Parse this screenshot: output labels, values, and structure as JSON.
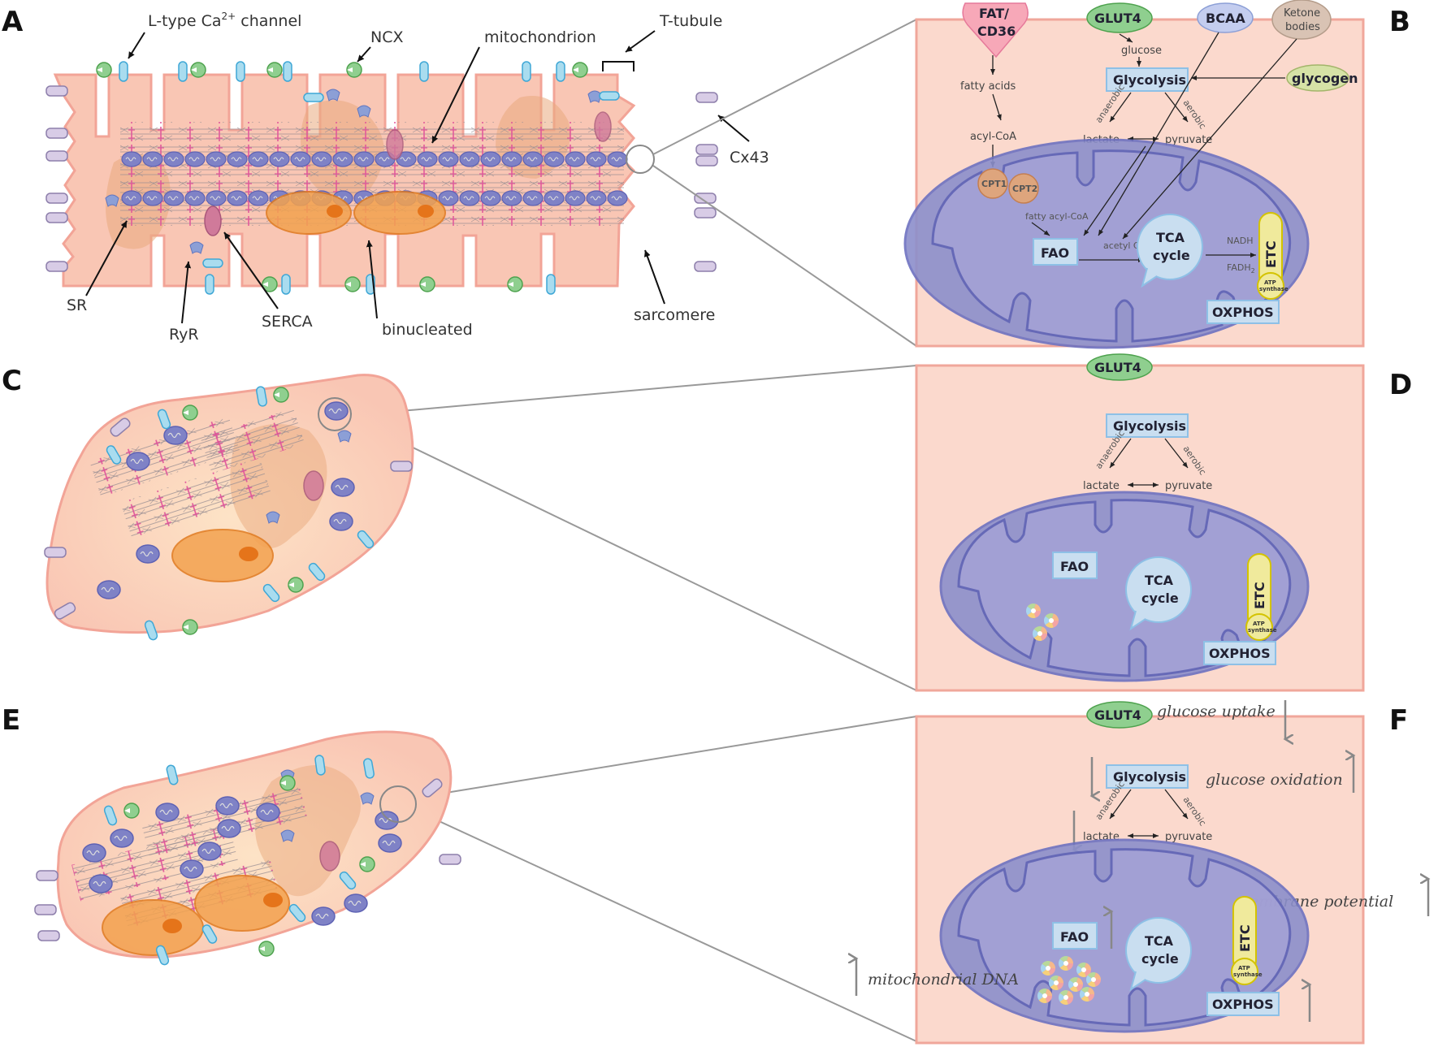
{
  "panels": {
    "A": "A",
    "B": "B",
    "C": "C",
    "D": "D",
    "E": "E",
    "F": "F"
  },
  "panel_a_labels": {
    "l_type_prefix": "L-type Ca",
    "l_type_sup": "2+",
    "l_type_suffix": " channel",
    "ncx": "NCX",
    "mitochondrion": "mitochondrion",
    "t_tubule": "T-tubule",
    "cx43": "Cx43",
    "sr": "SR",
    "ryr": "RyR",
    "serca": "SERCA",
    "binucleated": "binucleated",
    "sarcomere": "sarcomere"
  },
  "panel_b": {
    "fat_cd36_line1": "FAT/",
    "fat_cd36_line2": "CD36",
    "glut4": "GLUT4",
    "bcaa": "BCAA",
    "ketone_line1": "Ketone",
    "ketone_line2": "bodies",
    "glucose": "glucose",
    "glycolysis": "Glycolysis",
    "glycogen": "glycogen",
    "fatty_acids": "fatty acids",
    "acyl_coa": "acyl-CoA",
    "anaerobic": "anaerobic",
    "aerobic": "aerobic",
    "lactate": "lactate",
    "pyruvate": "pyruvate",
    "cpt1": "CPT1",
    "cpt2": "CPT2",
    "fatty_acyl_coa": "fatty acyl-CoA",
    "fao": "FAO",
    "acetyl_coa": "acetyl CoA",
    "tca_line1": "TCA",
    "tca_line2": "cycle",
    "nadh": "NADH",
    "fadh2": "FADH",
    "fadh2_sub": "2",
    "etc": "ETC",
    "atp_line1": "ATP",
    "atp_line2": "synthase",
    "oxphos": "OXPHOS"
  },
  "panel_d": {
    "glut4": "GLUT4",
    "glycolysis": "Glycolysis",
    "anaerobic": "anaerobic",
    "aerobic": "aerobic",
    "lactate": "lactate",
    "pyruvate": "pyruvate",
    "fao": "FAO",
    "tca_line1": "TCA",
    "tca_line2": "cycle",
    "etc": "ETC",
    "atp_line1": "ATP",
    "atp_line2": "synthase",
    "oxphos": "OXPHOS"
  },
  "panel_f": {
    "glut4": "GLUT4",
    "glucose_uptake": "glucose uptake",
    "glycolysis": "Glycolysis",
    "glucose_oxidation": "glucose oxidation",
    "anaerobic": "anaerobic",
    "aerobic": "aerobic",
    "lactate": "lactate",
    "pyruvate": "pyruvate",
    "membrane_potential": "membrane potential",
    "fao": "FAO",
    "tca_line1": "TCA",
    "tca_line2": "cycle",
    "etc": "ETC",
    "atp_line1": "ATP",
    "atp_line2": "synthase",
    "oxphos": "OXPHOS",
    "mitochondrial_dna": "mitochondrial DNA"
  },
  "colors": {
    "cell_fill": "#f9c9b4",
    "cell_stroke": "#f2a497",
    "panel_fill": "#fbd9cd",
    "panel_stroke": "#f0a79b",
    "mito_fill": "#8c8fcb",
    "mito_stroke": "#6d71c0",
    "nucleus": "#f3a24f",
    "box_fill": "#c9def0",
    "box_stroke": "#8ec0e6",
    "etc_fill": "#f0ea9c",
    "etc_stroke": "#d4c300",
    "glut4": "#8fcf8f",
    "fat": "#f7a8b8",
    "bcaa": "#c4cdef",
    "ketone": "#d9c3b4",
    "glycogen": "#d6e2a6",
    "channel": "#a9dcef",
    "cx43": "#d8cce6",
    "arrow_grey": "#888888"
  }
}
